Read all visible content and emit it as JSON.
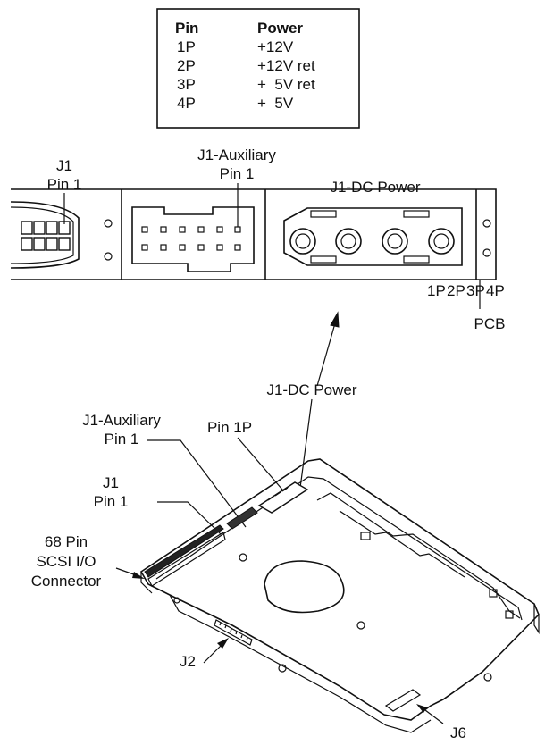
{
  "pin_table": {
    "headers": [
      "Pin",
      "Power"
    ],
    "rows": [
      {
        "pin": "1P",
        "power": "+12V"
      },
      {
        "pin": "2P",
        "power": "+12V ret"
      },
      {
        "pin": "3P",
        "power": "+  5V ret"
      },
      {
        "pin": "4P",
        "power": "+  5V"
      }
    ]
  },
  "connector_view": {
    "j1_label": [
      "J1",
      "Pin 1"
    ],
    "aux_label": [
      "J1-Auxiliary",
      "Pin 1"
    ],
    "dc_label": "J1-DC Power",
    "dc_pins": [
      "1P",
      "2P",
      "3P",
      "4P"
    ],
    "pcb_label": "PCB"
  },
  "drive_view": {
    "dc_label": "J1-DC Power",
    "aux_label": [
      "J1-Auxiliary",
      "Pin 1"
    ],
    "pin1p_label": "Pin 1P",
    "j1_label": [
      "J1",
      "Pin 1"
    ],
    "scsi_label": [
      "68 Pin",
      "SCSI I/O",
      "Connector"
    ],
    "j2_label": "J2",
    "j6_label": "J6"
  }
}
